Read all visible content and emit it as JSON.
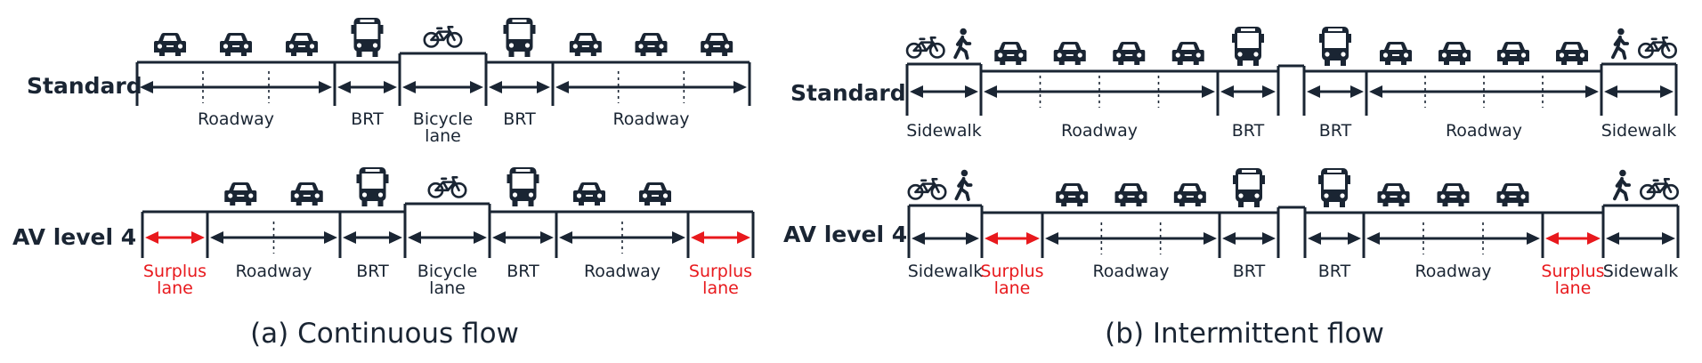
{
  "colors": {
    "ink": "#1a2533",
    "surplus": "#e8191d",
    "background": "#ffffff"
  },
  "icons": {
    "car": "car-icon",
    "bus": "bus-icon",
    "bicycle": "bicycle-icon",
    "pedestrian": "pedestrian-icon"
  },
  "panel_a": {
    "caption": "(a) Continuous flow",
    "rows": [
      {
        "label": "Standard",
        "segments": [
          {
            "type": "roadway",
            "label": "Roadway",
            "icons": [
              "car",
              "car",
              "car"
            ]
          },
          {
            "type": "brt",
            "label": "BRT",
            "icons": [
              "bus"
            ]
          },
          {
            "type": "bicycle",
            "label": "Bicycle lane",
            "icons": [
              "bicycle"
            ]
          },
          {
            "type": "brt",
            "label": "BRT",
            "icons": [
              "bus"
            ]
          },
          {
            "type": "roadway",
            "label": "Roadway",
            "icons": [
              "car",
              "car",
              "car"
            ]
          }
        ]
      },
      {
        "label": "AV level 4",
        "segments": [
          {
            "type": "surplus",
            "label": "Surplus lane",
            "icons": []
          },
          {
            "type": "roadway",
            "label": "Roadway",
            "icons": [
              "car",
              "car"
            ]
          },
          {
            "type": "brt",
            "label": "BRT",
            "icons": [
              "bus"
            ]
          },
          {
            "type": "bicycle",
            "label": "Bicycle lane",
            "icons": [
              "bicycle"
            ]
          },
          {
            "type": "brt",
            "label": "BRT",
            "icons": [
              "bus"
            ]
          },
          {
            "type": "roadway",
            "label": "Roadway",
            "icons": [
              "car",
              "car"
            ]
          },
          {
            "type": "surplus",
            "label": "Surplus lane",
            "icons": []
          }
        ]
      }
    ]
  },
  "panel_b": {
    "caption": "(b) Intermittent flow",
    "rows": [
      {
        "label": "Standard",
        "segments": [
          {
            "type": "sidewalk",
            "label": "Sidewalk",
            "icons": [
              "bicycle",
              "pedestrian"
            ]
          },
          {
            "type": "roadway",
            "label": "Roadway",
            "icons": [
              "car",
              "car",
              "car",
              "car"
            ]
          },
          {
            "type": "brt",
            "label": "BRT",
            "icons": [
              "bus"
            ]
          },
          {
            "type": "median",
            "label": "",
            "icons": []
          },
          {
            "type": "brt",
            "label": "BRT",
            "icons": [
              "bus"
            ]
          },
          {
            "type": "roadway",
            "label": "Roadway",
            "icons": [
              "car",
              "car",
              "car",
              "car"
            ]
          },
          {
            "type": "sidewalk",
            "label": "Sidewalk",
            "icons": [
              "pedestrian",
              "bicycle"
            ]
          }
        ]
      },
      {
        "label": "AV level 4",
        "segments": [
          {
            "type": "sidewalk",
            "label": "Sidewalk",
            "icons": [
              "bicycle",
              "pedestrian"
            ]
          },
          {
            "type": "surplus",
            "label": "Surplus lane",
            "icons": []
          },
          {
            "type": "roadway",
            "label": "Roadway",
            "icons": [
              "car",
              "car",
              "car"
            ]
          },
          {
            "type": "brt",
            "label": "BRT",
            "icons": [
              "bus"
            ]
          },
          {
            "type": "median",
            "label": "",
            "icons": []
          },
          {
            "type": "brt",
            "label": "BRT",
            "icons": [
              "bus"
            ]
          },
          {
            "type": "roadway",
            "label": "Roadway",
            "icons": [
              "car",
              "car",
              "car"
            ]
          },
          {
            "type": "surplus",
            "label": "Surplus lane",
            "icons": []
          },
          {
            "type": "sidewalk",
            "label": "Sidewalk",
            "icons": [
              "pedestrian",
              "bicycle"
            ]
          }
        ]
      }
    ]
  }
}
